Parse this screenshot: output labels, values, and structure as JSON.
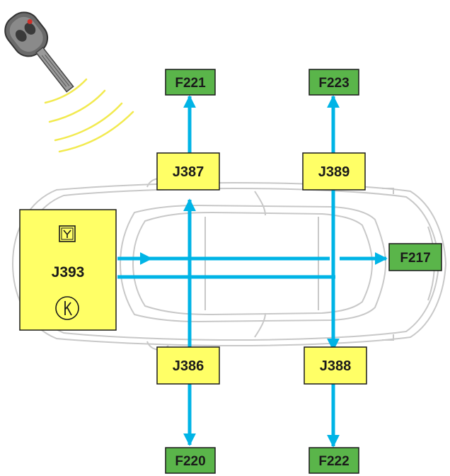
{
  "colors": {
    "control_unit": "#ffff66",
    "sensor": "#5ab54a",
    "bus": "#00b4e6",
    "radio_waves": "#f2ea50",
    "car_outline": "#c8c8c8"
  },
  "icons": {
    "key": "car-key-icon",
    "radio": "radio-waves-icon",
    "antenna_symbol": "antenna-icon",
    "alarm_symbol": "alarm-horn-icon"
  },
  "central_unit": {
    "label": "J393"
  },
  "control_units": {
    "front_left": {
      "label": "J387"
    },
    "front_right": {
      "label": "J389"
    },
    "rear_left": {
      "label": "J386"
    },
    "rear_right": {
      "label": "J388"
    }
  },
  "sensors": {
    "front_left": {
      "label": "F221"
    },
    "front_right": {
      "label": "F223"
    },
    "rear_left": {
      "label": "F220"
    },
    "rear_right": {
      "label": "F222"
    },
    "trunk": {
      "label": "F217"
    }
  }
}
